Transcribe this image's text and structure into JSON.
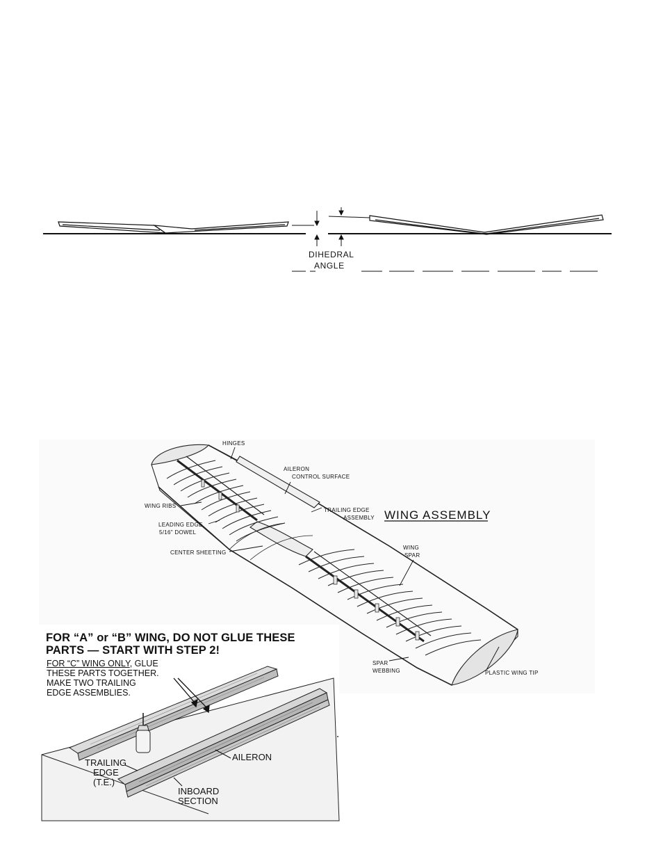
{
  "dihedral": {
    "label_line1": "DIHEDRAL",
    "label_line2": "ANGLE"
  },
  "wing_assembly": {
    "title": "WING ASSEMBLY",
    "labels": {
      "hinges": "HINGES",
      "aileron_line1": "AILERON",
      "aileron_line2": "CONTROL SURFACE",
      "wing_ribs": "WING RIBS",
      "trailing_edge_line1": "TRAILING EDGE",
      "trailing_edge_line2": "ASSEMBLY",
      "leading_edge_line1": "LEADING EDGE",
      "leading_edge_line2": "5/16\" DOWEL",
      "center_sheeting": "CENTER SHEETING",
      "wing_spar_line1": "WING",
      "wing_spar_line2": "SPAR",
      "spar_webbing_line1": "SPAR",
      "spar_webbing_line2": "WEBBING",
      "plastic_wing_tip": "PLASTIC WING TIP"
    }
  },
  "trailing_edge_step": {
    "heading_line1": "FOR “A” or “B” WING, DO NOT GLUE THESE",
    "heading_line2": "PARTS — START WITH STEP 2!",
    "note_underlined": "FOR “C” WING ONLY",
    "note_rest1": ", GLUE",
    "note_line2": "THESE PARTS TOGETHER.",
    "note_line3": "MAKE TWO TRAILING",
    "note_line4": "EDGE ASSEMBLIES.",
    "labels": {
      "trailing_edge_line1": "TRAILING",
      "trailing_edge_line2": "EDGE",
      "trailing_edge_line3": "(T.E.)",
      "aileron": "AILERON",
      "inboard_line1": "INBOARD",
      "inboard_line2": "SECTION"
    }
  }
}
